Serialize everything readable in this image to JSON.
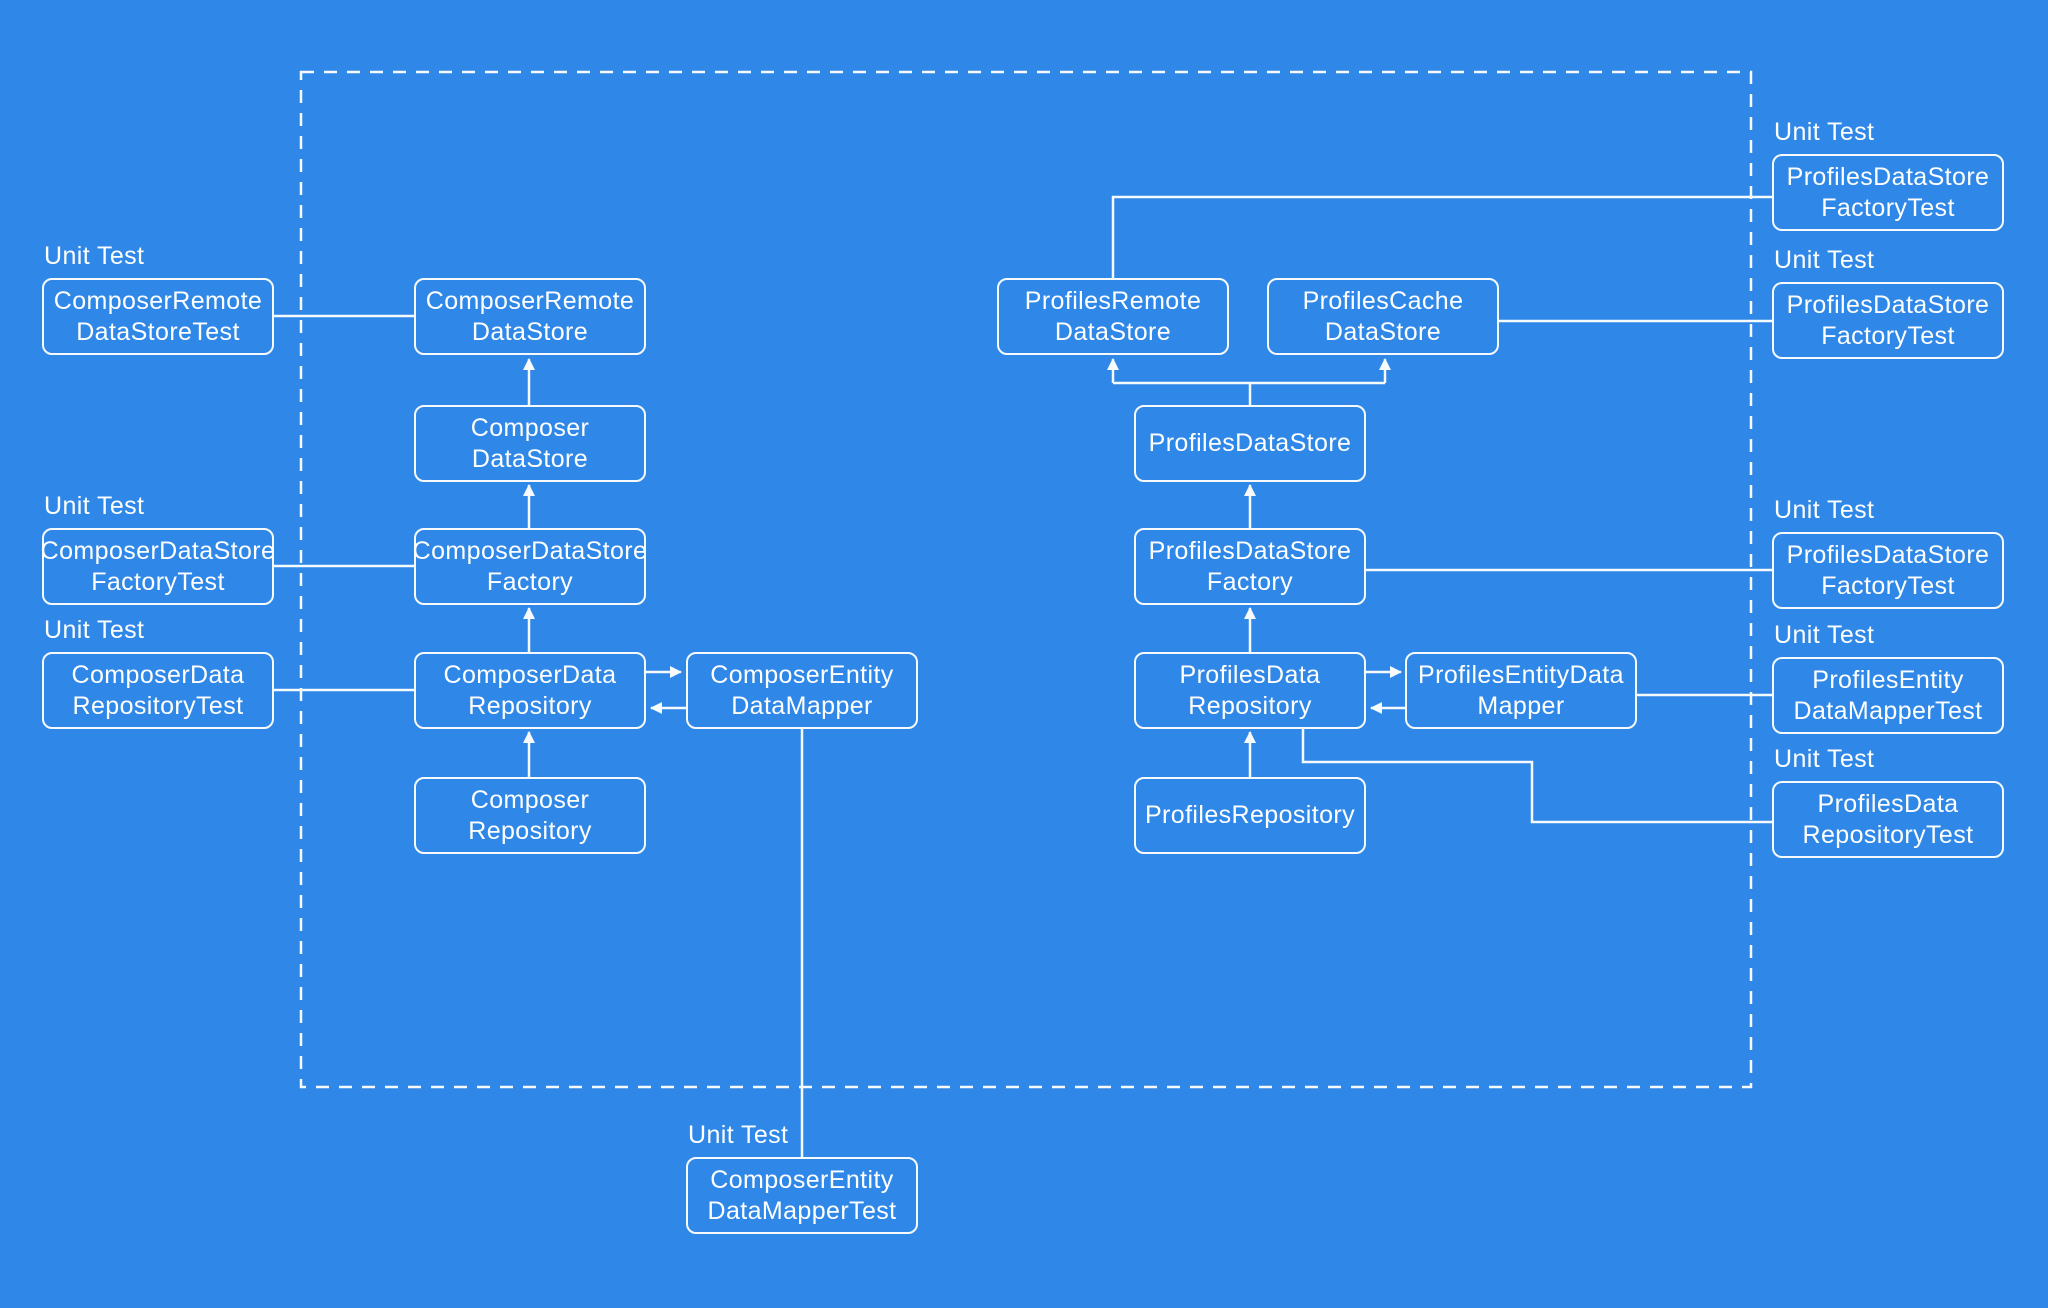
{
  "diagram": {
    "background_color": "#2F88E8",
    "stroke_color": "#F6FAFD",
    "text_color": "#FFFFFF",
    "unit_test_label": "Unit Test",
    "nodes": {
      "composer_remote_data_store_test": "ComposerRemote\nDataStoreTest",
      "composer_data_store_factory_test": "ComposerDataStore\nFactoryTest",
      "composer_data_repository_test": "ComposerData\nRepositoryTest",
      "composer_remote_data_store": "ComposerRemote\nDataStore",
      "composer_data_store": "Composer\nDataStore",
      "composer_data_store_factory": "ComposerDataStore\nFactory",
      "composer_data_repository": "ComposerData\nRepository",
      "composer_repository": "Composer\nRepository",
      "composer_entity_data_mapper": "ComposerEntity\nDataMapper",
      "composer_entity_data_mapper_test": "ComposerEntity\nDataMapperTest",
      "profiles_remote_data_store": "ProfilesRemote\nDataStore",
      "profiles_cache_data_store": "ProfilesCache\nDataStore",
      "profiles_data_store": "ProfilesDataStore",
      "profiles_data_store_factory": "ProfilesDataStore\nFactory",
      "profiles_data_repository": "ProfilesData\nRepository",
      "profiles_repository": "ProfilesRepository",
      "profiles_entity_data_mapper": "ProfilesEntityData\nMapper",
      "profiles_data_store_factory_test_top": "ProfilesDataStore\nFactoryTest",
      "profiles_data_store_factory_test_mid": "ProfilesDataStore\nFactoryTest",
      "profiles_data_store_factory_test": "ProfilesDataStore\nFactoryTest",
      "profiles_entity_data_mapper_test": "ProfilesEntity\nDataMapperTest",
      "profiles_data_repository_test": "ProfilesData\nRepositoryTest"
    }
  }
}
